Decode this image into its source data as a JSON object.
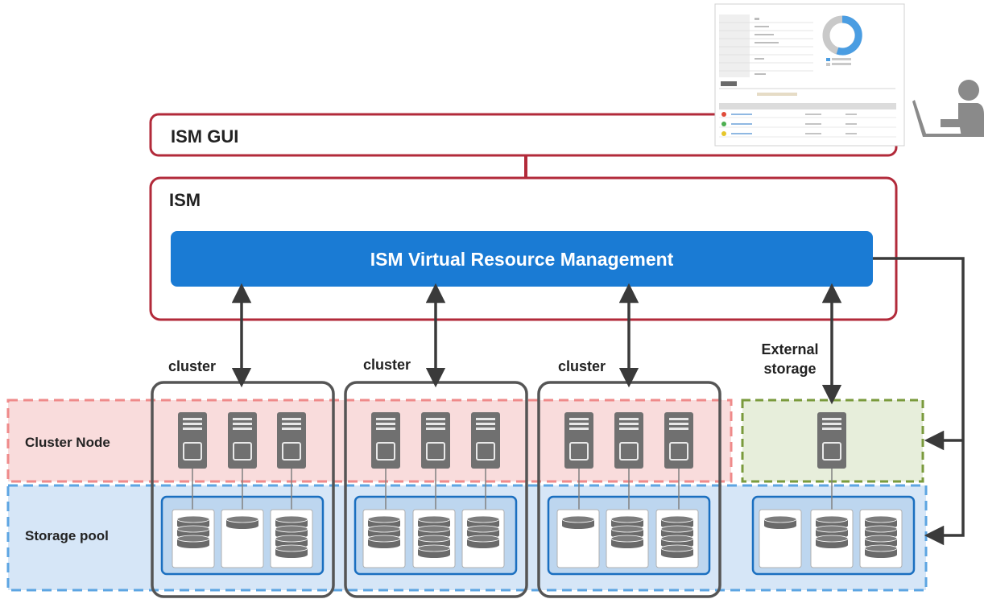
{
  "gui_box": {
    "label": "ISM GUI"
  },
  "ism_box": {
    "label": "ISM"
  },
  "vrm_bar": {
    "label": "ISM  Virtual Resource Management"
  },
  "clusters": [
    {
      "label": "cluster",
      "servers": 3,
      "disks": [
        3,
        1,
        4
      ]
    },
    {
      "label": "cluster",
      "servers": 3,
      "disks": [
        3,
        4,
        3
      ]
    },
    {
      "label": "cluster",
      "servers": 3,
      "disks": [
        1,
        3,
        4
      ]
    }
  ],
  "external_storage": {
    "label_line1": "External",
    "label_line2": "storage",
    "servers": 1,
    "disks": [
      1,
      3,
      4
    ]
  },
  "bands": {
    "cluster_node_label": "Cluster Node",
    "storage_pool_label": "Storage pool"
  },
  "colors": {
    "red_frame": "#b22a3a",
    "blue_bar": "#1a7bd4",
    "server_gray": "#707070",
    "cluster_frame": "#555555",
    "cluster_node_band": "#f9dcdc",
    "cluster_node_dash": "#ef8a8a",
    "storage_pool_band": "#d6e6f7",
    "storage_pool_dash": "#5da5e2",
    "external_band": "#e7eedb",
    "external_dash": "#7a9a3c",
    "arrow": "#3a3a3a"
  },
  "icons": [
    "server-icon",
    "disk-stack-icon",
    "operator-icon",
    "gui-screenshot-thumbnail"
  ]
}
